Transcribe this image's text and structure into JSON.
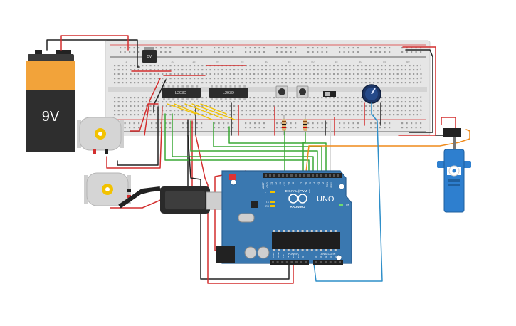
{
  "battery": {
    "label": "9V"
  },
  "regulator": {
    "label": "5V"
  },
  "chips": [
    {
      "label": "L293D"
    },
    {
      "label": "L293D"
    }
  ],
  "breadboard": {
    "row_letters_top": [
      "J",
      "I",
      "H",
      "G",
      "F"
    ],
    "row_letters_bottom": [
      "E",
      "D",
      "C",
      "B",
      "A"
    ],
    "column_numbers": [
      "1",
      "5",
      "10",
      "15",
      "20",
      "25",
      "30",
      "35",
      "40",
      "45",
      "50",
      "55",
      "60"
    ]
  },
  "arduino": {
    "board_name": "UNO",
    "brand": "ARDUINO",
    "digital_header_label": "DIGITAL (PWM~)",
    "analog_header_label": "ANALOG IN",
    "power_header_label": "POWER",
    "digital_pins": [
      "AREF",
      "GND",
      "13",
      "12",
      "~11",
      "~10",
      "~9",
      "8",
      "7",
      "~6",
      "~5",
      "4",
      "~3",
      "2",
      "TX 1",
      "RX 0"
    ],
    "power_pins": [
      "IOREF",
      "RESET",
      "3.3V",
      "5V",
      "GND",
      "GND",
      "Vin"
    ],
    "analog_pins": [
      "A0",
      "A1",
      "A2",
      "A3",
      "A4",
      "A5"
    ],
    "leds": [
      "L",
      "TX",
      "RX"
    ],
    "on_label": "ON"
  },
  "colors": {
    "wire_red": "#d32f2f",
    "wire_black": "#222222",
    "wire_green": "#3aa835",
    "wire_yellow": "#f2c200",
    "wire_orange": "#ef8a1a",
    "wire_blue": "#2f8fc9",
    "wire_white": "#dddddd",
    "arduino_blue": "#3a78b0",
    "servo_blue": "#2e7fcf",
    "battery_orange": "#f2a33a"
  }
}
